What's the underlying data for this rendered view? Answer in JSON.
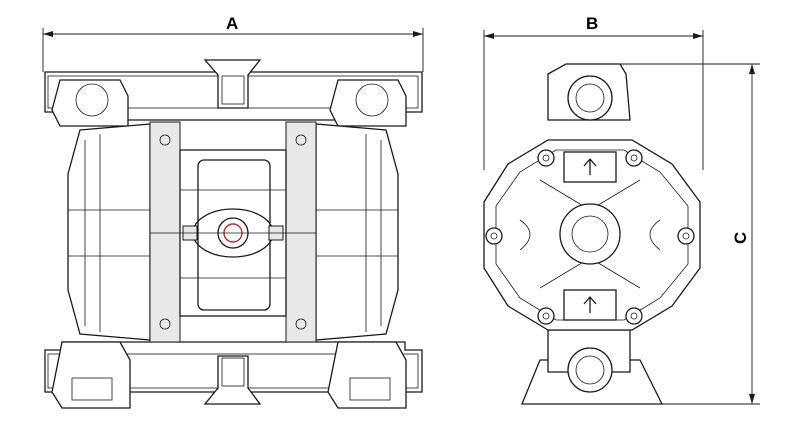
{
  "dimensions": {
    "width_front": "A",
    "width_side": "B",
    "height_side": "C"
  },
  "views": [
    "front-view",
    "side-view"
  ],
  "colors": {
    "line": "#1a1a1a",
    "background": "#ffffff",
    "accent": "#c62828"
  }
}
